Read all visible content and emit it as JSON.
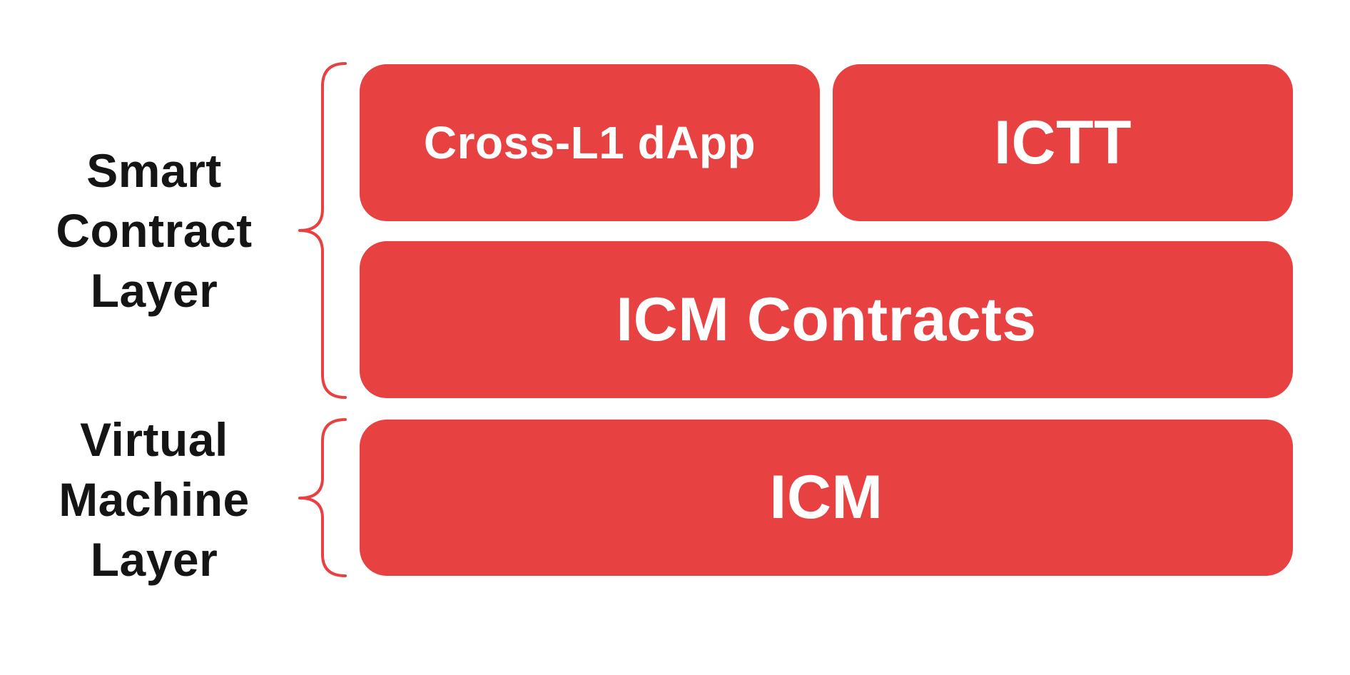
{
  "labels": {
    "smart_contract": {
      "line1": "Smart",
      "line2": "Contract",
      "line3": "Layer"
    },
    "virtual_machine": {
      "line1": "Virtual",
      "line2": "Machine",
      "line3": "Layer"
    }
  },
  "boxes": {
    "cross_l1_dapp": "Cross-L1 dApp",
    "ictt": "ICTT",
    "icm_contracts": "ICM Contracts",
    "icm": "ICM"
  },
  "colors": {
    "box_fill": "#e84142",
    "brace_stroke": "#e84142",
    "box_text": "#ffffff",
    "label_text": "#151515",
    "background": "#ffffff"
  }
}
